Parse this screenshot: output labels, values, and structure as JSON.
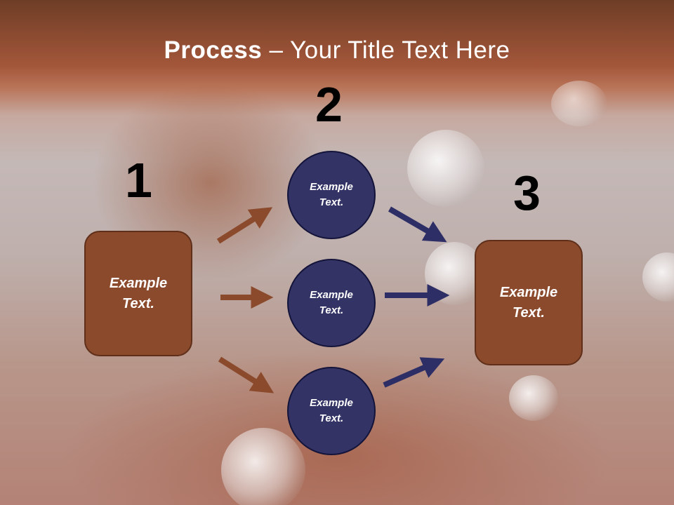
{
  "title": {
    "bold": "Process",
    "rest": " – Your Title Text Here"
  },
  "steps": {
    "one": {
      "number": "1",
      "box_text": "Example Text."
    },
    "two": {
      "number": "2",
      "items": [
        "Example Text.",
        "Example Text.",
        "Example Text."
      ]
    },
    "three": {
      "number": "3",
      "box_text": "Example Text."
    }
  },
  "colors": {
    "brown_box": "#8b4a2c",
    "brown_arrow": "#8b4a2c",
    "navy": "#333366",
    "navy_arrow": "#2e2e66"
  }
}
